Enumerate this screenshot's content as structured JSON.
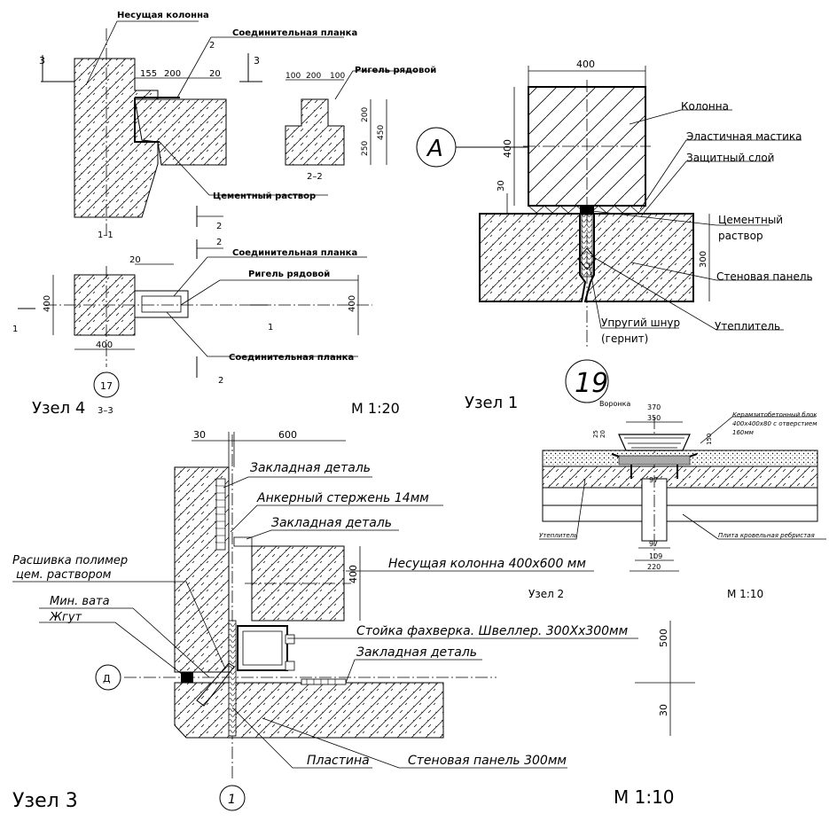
{
  "node4": {
    "col_label": "Несущая колонна",
    "plank_label_1": "Соединительная планка",
    "dim_155": "155",
    "dim_200a": "200",
    "dim_20a": "20",
    "cut_2": "2",
    "cut_3": "3",
    "rigel_title": "Ригель рядовой",
    "dim_100a": "100",
    "dim_200b": "200",
    "dim_100b": "100",
    "dim_v200": "200",
    "dim_v250": "250",
    "dim_v450": "450",
    "section_22": "2–2",
    "cement_label": "Цементный раствор",
    "section_11": "1–1",
    "plank_label_2": "Соединительная планка",
    "rigel_label_2": "Ригель рядовой",
    "dim_20b": "20",
    "dim_400a": "400",
    "dim_400b": "400",
    "dim_400c": "400",
    "cut_1": "1",
    "plank_label_3": "Соединительная планка",
    "title": "Узел 4",
    "subtitle": "3–3",
    "circle_num": "17",
    "scale": "М 1:20"
  },
  "node1": {
    "dim_400top": "400",
    "dim_400side": "400",
    "dim_30": "30",
    "dim_300": "300",
    "axis_a": "А",
    "label_column": "Колонна",
    "label_mastic": "Эластичная мастика",
    "label_protect": "Защитный слой",
    "label_cement_1": "Цементный",
    "label_cement_2": "раствор",
    "label_panel": "Стеновая панель",
    "label_insul": "Утеплитель",
    "label_cord_1": "Упругий шнур",
    "label_cord_2": "(гернит)",
    "title": "Узел 1",
    "circle_num": "19"
  },
  "node2": {
    "label_funnel": "Воронка",
    "dim_370": "370",
    "dim_350": "350",
    "dim_25": "25",
    "dim_20": "20",
    "dim_150": "150",
    "label_block_1": "Керамзитобетонный блок",
    "label_block_2": "400x400x80 с отверстием",
    "label_block_3": "160мм",
    "label_insul": "Утеплитель",
    "label_slab": "Плита кровельная ребристая",
    "dim_97a": "97",
    "dim_97b": "97",
    "dim_109": "109",
    "dim_220": "220",
    "title": "Узел 2",
    "scale": "М 1:10"
  },
  "node3": {
    "dim_30": "30",
    "dim_600": "600",
    "label_embed_1": "Закладная деталь",
    "label_anchor": "Анкерный стержень 14мм",
    "label_embed_2": "Закладная деталь",
    "label_joint_1": "Расшивка полимер",
    "label_joint_2": "цем. раствором",
    "label_column": "Несущая колонна 400х600 мм",
    "dim_400": "400",
    "label_minwool": "Мин. вата",
    "label_tow": "Жгут",
    "label_post": "Стойка фахверка. Швеллер. 300Хх300мм",
    "label_embed_3": "Закладная деталь",
    "axis_d": "Д",
    "dim_500": "500",
    "dim_30b": "30",
    "label_plate": "Пластина",
    "label_panel": "Стеновая панель 300мм",
    "axis_1": "1",
    "title": "Узел 3",
    "scale": "М 1:10"
  }
}
